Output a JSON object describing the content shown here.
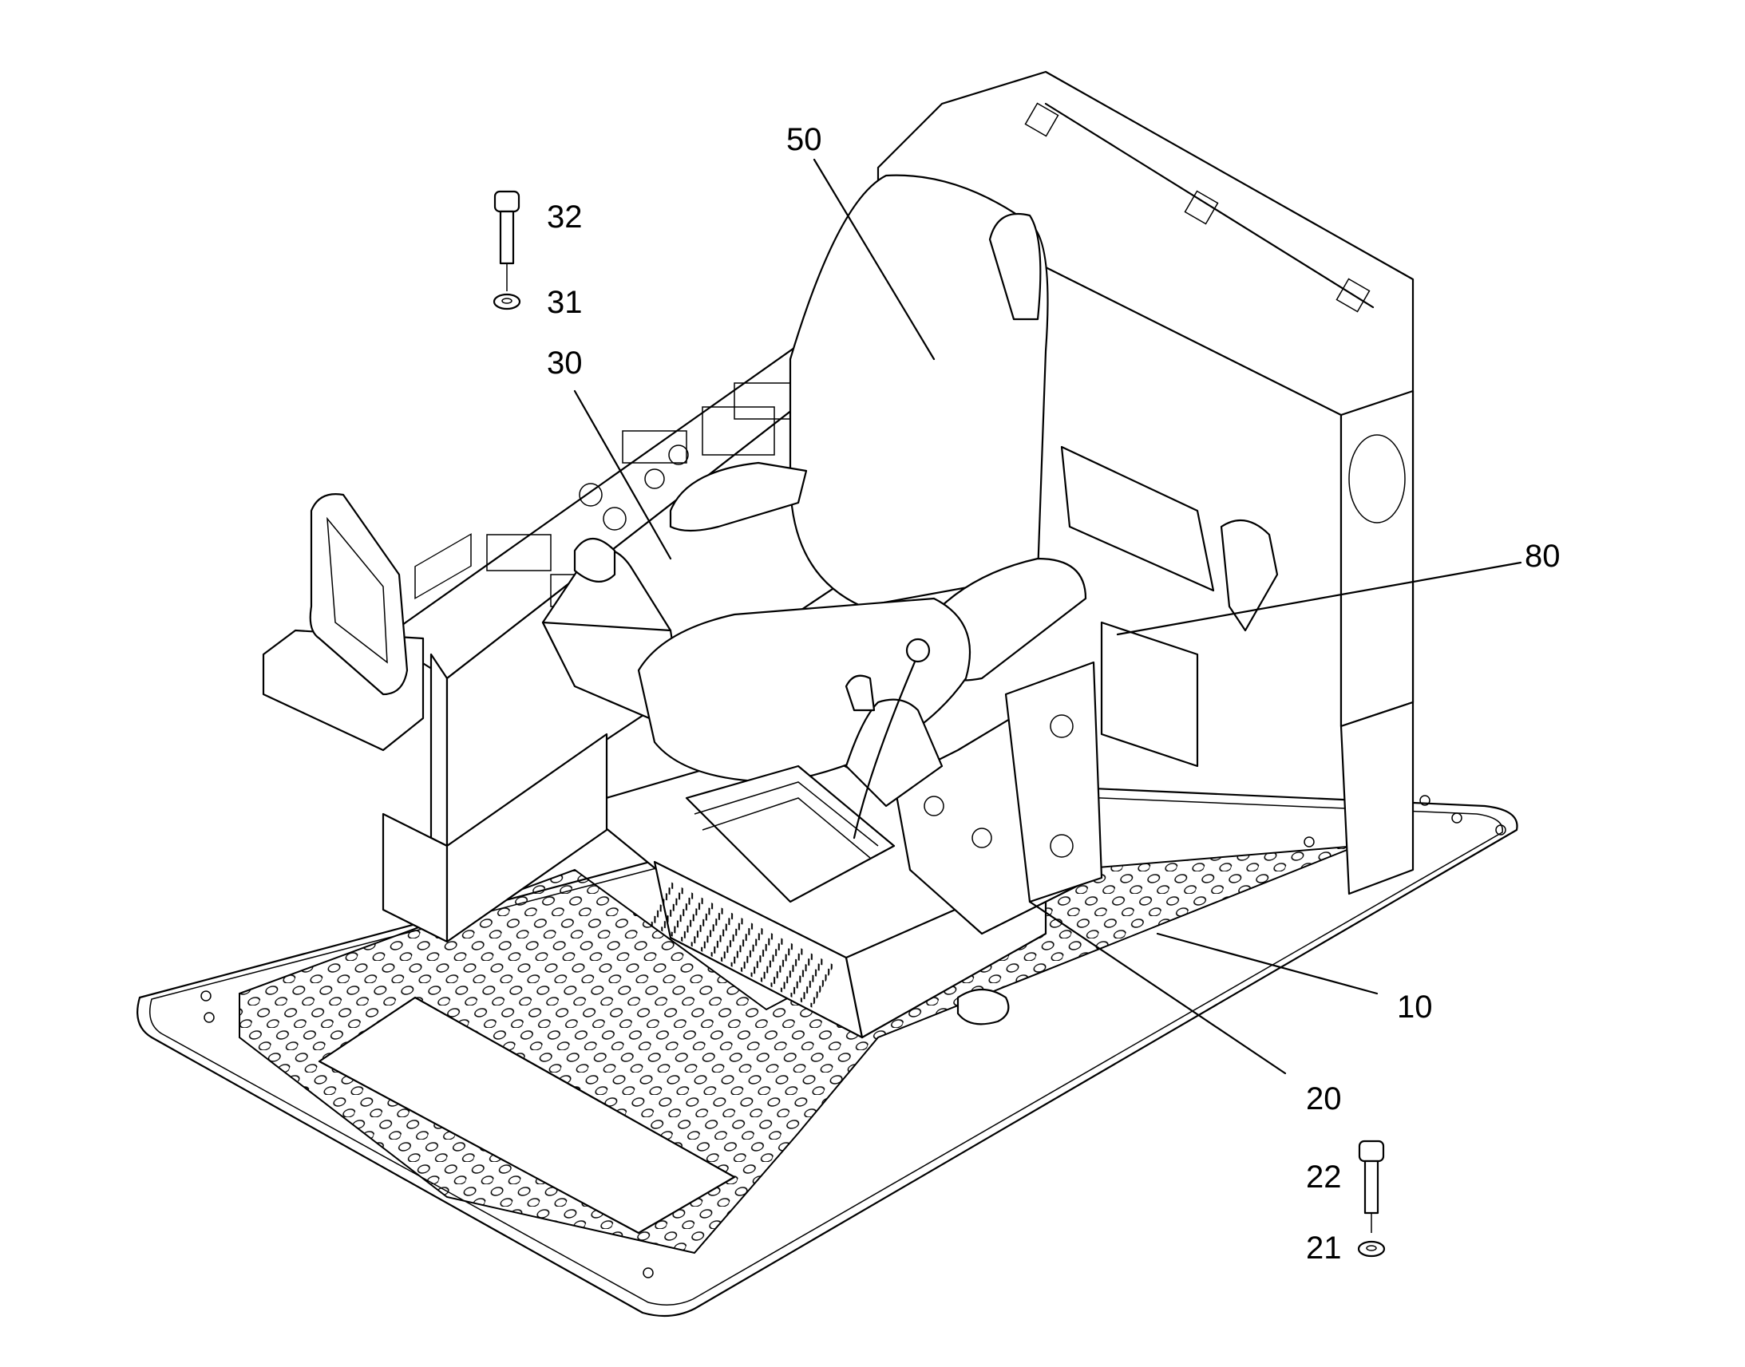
{
  "figure": {
    "labels": {
      "l50": "50",
      "l32": "32",
      "l31": "31",
      "l30": "30",
      "l80": "80",
      "l10": "10",
      "l20": "20",
      "l22": "22",
      "l21": "21"
    }
  },
  "colors": {
    "line": "#000000",
    "background": "#ffffff"
  }
}
